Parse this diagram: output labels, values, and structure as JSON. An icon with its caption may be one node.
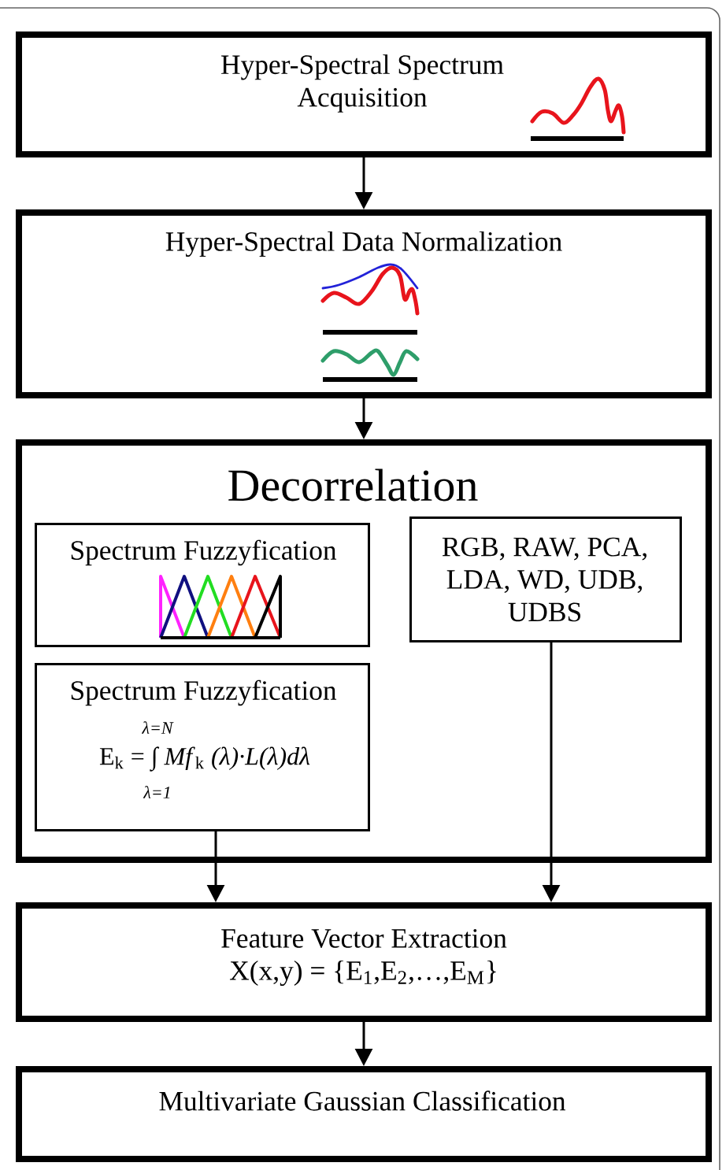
{
  "diagram": {
    "nodes": [
      {
        "text": [
          "Hyper-Spectral Spectrum Acquisition"
        ]
      },
      {
        "text": [
          "Hyper-Spectral Data Normalization"
        ]
      },
      {
        "text": [
          "Decorrelation"
        ]
      },
      {
        "text": [
          "Spectrum Fuzzyfication"
        ],
        "in": 2
      },
      {
        "text": [
          "RGB, RAW, PCA, LDA, WD, UDB, UDBS"
        ],
        "in": 2
      },
      {
        "text": [
          "Spectrum Fuzzyfication",
          "λ=N",
          "E$_{k}$ = ∫ *Mf*$_{k}$ *(λ)·L(λ)dλ*",
          "λ=1"
        ],
        "in": 2
      },
      {
        "text": [
          "Feature Vector Extraction",
          "X(x,y) = {E$_{1}$,E$_{2}$,…,E$_{M}$}"
        ]
      },
      {
        "text": [
          "Multivariate Gaussian Classification"
        ]
      }
    ],
    "edges": [
      {
        "from": 0,
        "to": 1,
        "arrow": "to"
      },
      {
        "from": 1,
        "to": 2,
        "arrow": "to"
      },
      {
        "from": 5,
        "to": 6,
        "arrow": "to"
      },
      {
        "from": 4,
        "to": 6,
        "arrow": "to"
      },
      {
        "from": 6,
        "to": 7,
        "arrow": "to"
      }
    ]
  }
}
